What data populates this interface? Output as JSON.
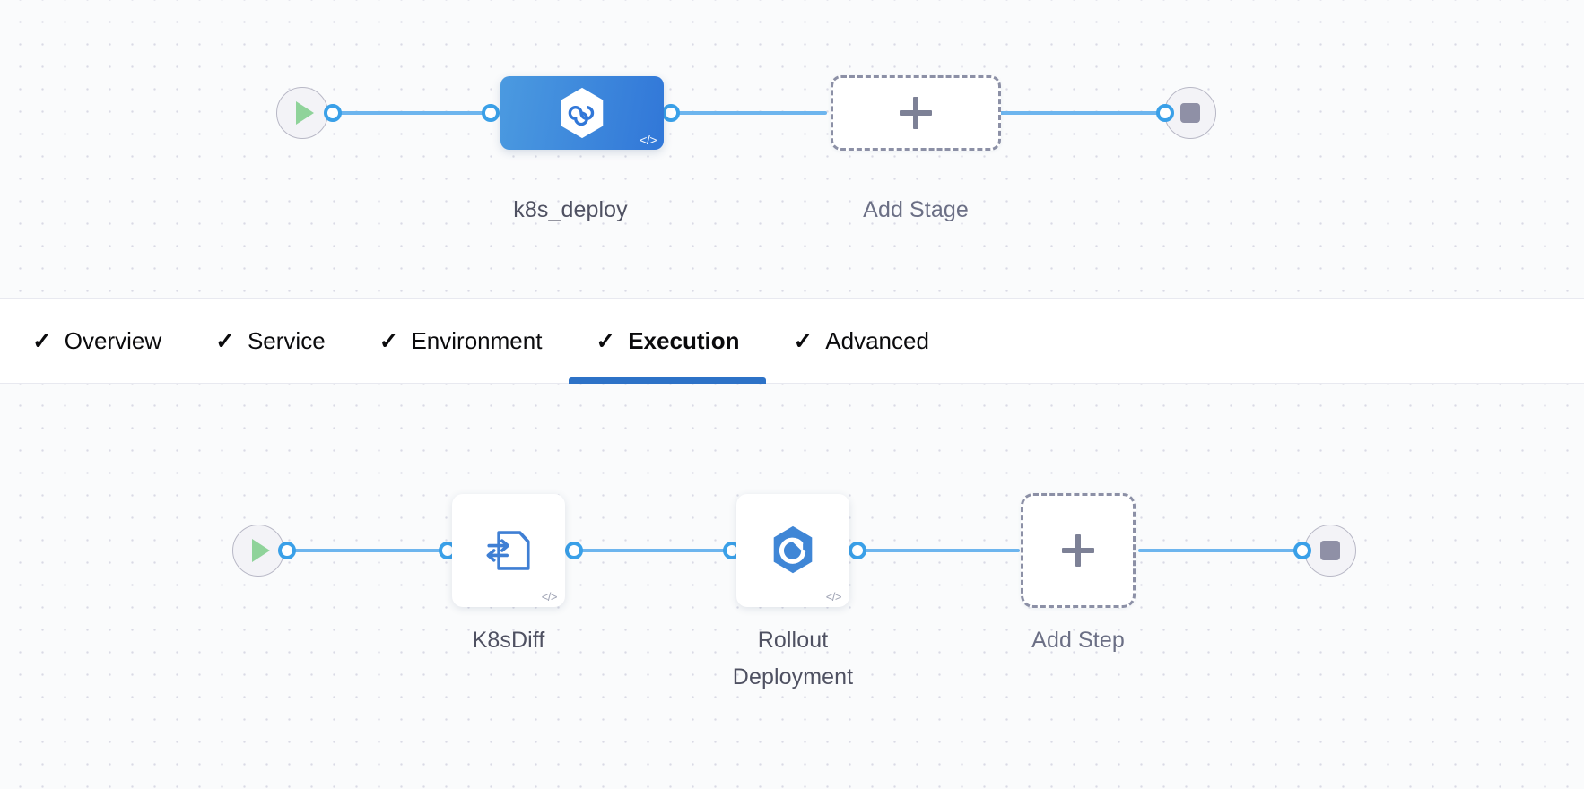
{
  "colors": {
    "edge": "#6db5ee",
    "port_ring": "#3aa0e8",
    "stage_node_from": "#4b9ae0",
    "stage_node_to": "#3177d8",
    "active_tab_underline": "#2d72c7",
    "play_triangle": "#8fd39a",
    "stop_square": "#8f90a6",
    "canvas_background": "#fafbfc",
    "dot_grid": "#d9dae5",
    "step_icon_blue": "#3f7fd4",
    "caption_text": "#4f5162"
  },
  "stage_graph": {
    "start_node": {
      "icon": "play-icon",
      "label": ""
    },
    "stage": {
      "label": "k8s_deploy",
      "icon": "harness-hexagon-infinity-icon",
      "code_badge": "</>",
      "selected": true
    },
    "add_stage": {
      "label": "Add Stage",
      "icon": "plus-icon"
    },
    "end_node": {
      "icon": "stop-icon",
      "label": ""
    }
  },
  "tabs": [
    {
      "label": "Overview",
      "icon": "check-icon",
      "complete": true,
      "active": false
    },
    {
      "label": "Service",
      "icon": "check-icon",
      "complete": true,
      "active": false
    },
    {
      "label": "Environment",
      "icon": "check-icon",
      "complete": true,
      "active": false
    },
    {
      "label": "Execution",
      "icon": "check-icon",
      "complete": true,
      "active": true
    },
    {
      "label": "Advanced",
      "icon": "check-icon",
      "complete": true,
      "active": false
    }
  ],
  "tick_glyph": "✓",
  "step_graph": {
    "start_node": {
      "icon": "play-icon",
      "label": ""
    },
    "steps": [
      {
        "label": "K8sDiff",
        "icon": "k8s-diff-document-icon",
        "code_badge": "</>"
      },
      {
        "label": "Rollout\nDeployment",
        "icon": "k8s-rollout-hexagon-icon",
        "code_badge": "</>"
      }
    ],
    "add_step": {
      "label": "Add Step",
      "icon": "plus-icon"
    },
    "end_node": {
      "icon": "stop-icon",
      "label": ""
    }
  }
}
